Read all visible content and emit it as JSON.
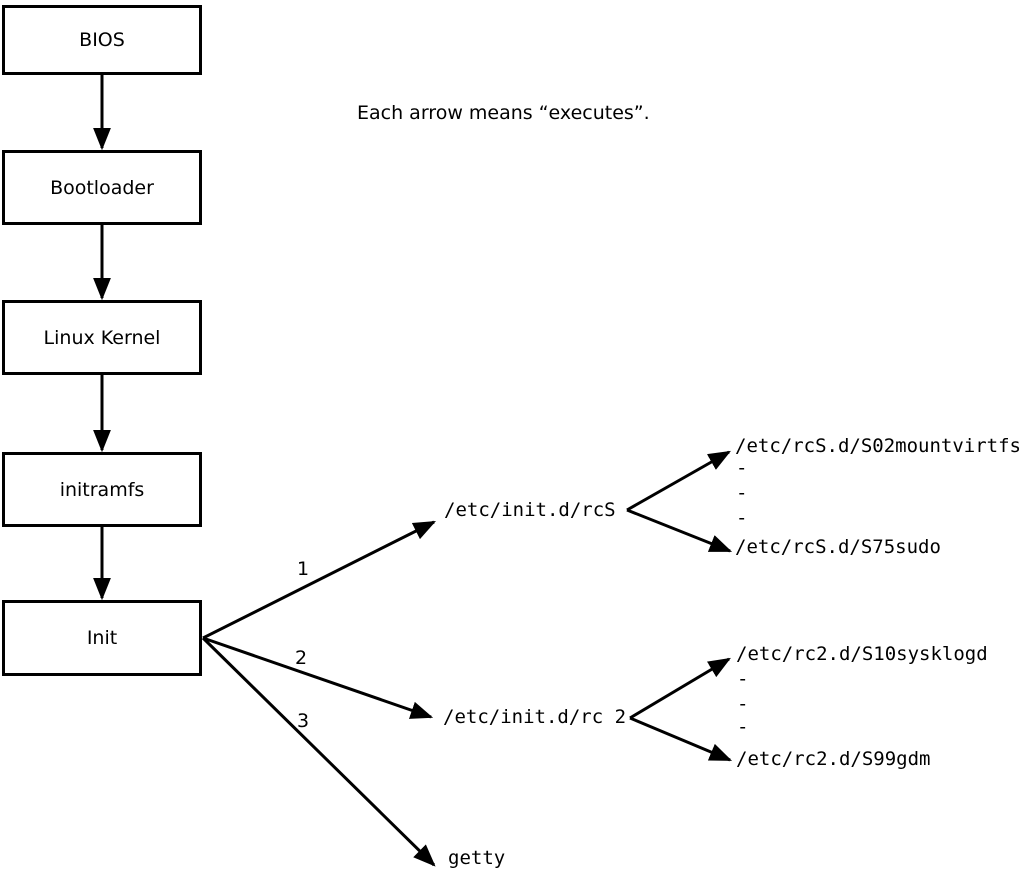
{
  "diagram": {
    "caption": "Each arrow means “executes”.",
    "boxes": [
      {
        "label": "BIOS"
      },
      {
        "label": "Bootloader"
      },
      {
        "label": "Linux Kernel"
      },
      {
        "label": "initramfs"
      },
      {
        "label": "Init"
      }
    ],
    "edge_labels": [
      "1",
      "2",
      "3"
    ],
    "nodes": {
      "rcS": "/etc/init.d/rcS",
      "rcS_children": [
        "/etc/rcS.d/S02mountvirtfs",
        "-",
        "-",
        "-",
        "/etc/rcS.d/S75sudo"
      ],
      "rc2": "/etc/init.d/rc 2",
      "rc2_children": [
        "/etc/rc2.d/S10sysklogd",
        "-",
        "-",
        "-",
        "/etc/rc2.d/S99gdm"
      ],
      "getty": "getty"
    },
    "colors": {
      "line": "#000000",
      "background": "#ffffff"
    }
  }
}
